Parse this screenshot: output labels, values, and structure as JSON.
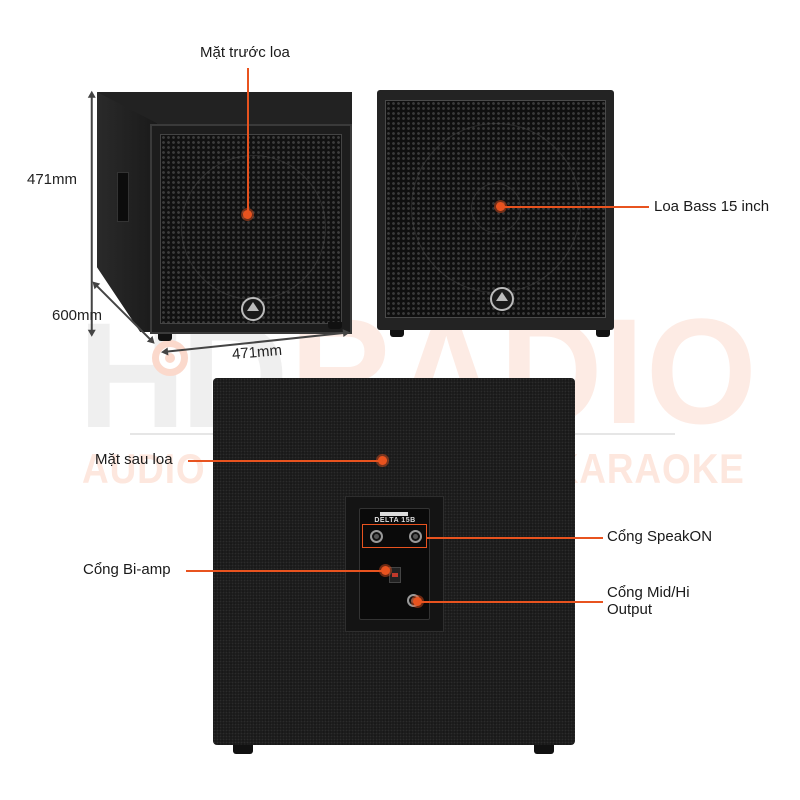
{
  "watermark": {
    "brand_left": "HD",
    "brand_right": "RADIO",
    "tagline": "AUDIO - HOME CINEMA - KARAOKE",
    "colors": {
      "gray": "#efefef",
      "peach": "#fdebe4"
    }
  },
  "dimensions": {
    "height": "471mm",
    "depth": "600mm",
    "width": "471mm"
  },
  "annotations": {
    "front_face": "Mặt trước loa",
    "bass_driver": "Loa Bass 15 inch",
    "rear_face": "Mặt sau loa",
    "speakon_port": "Cổng SpeakON",
    "biamp_port": "Cổng Bi-amp",
    "midhi_output_line1": "Cổng Mid/Hi",
    "midhi_output_line2": "Output"
  },
  "rear_panel": {
    "model": "DELTA 15B"
  },
  "colors": {
    "accent": "#e8531f",
    "cabinet": "#1d1d1d",
    "background": "#ffffff"
  }
}
